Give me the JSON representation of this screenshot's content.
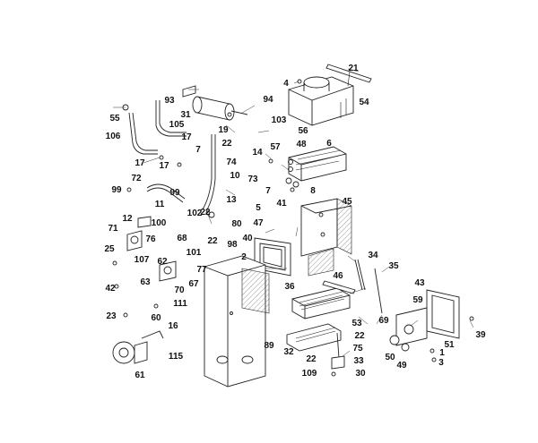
{
  "diagram": {
    "colors": {
      "ink": "#222222",
      "label": "#111111",
      "background": "#ffffff"
    },
    "callouts": {
      "c21": "21",
      "c4": "4",
      "c54": "54",
      "c56": "56",
      "c6": "6",
      "c48": "48",
      "c57": "57",
      "c103": "103",
      "c94": "94",
      "c93": "93",
      "c31": "31",
      "c105": "105",
      "c19": "19",
      "c22a": "22",
      "c17a": "17",
      "c55": "55",
      "c106": "106",
      "c17b": "17",
      "c17c": "17",
      "c7a": "7",
      "c74": "74",
      "c14": "14",
      "c8": "8",
      "c7b": "7",
      "c10": "10",
      "c73": "73",
      "c72": "72",
      "c99a": "99",
      "c99b": "99",
      "c11": "11",
      "c13": "13",
      "c5": "5",
      "c22b": "22",
      "c102": "102",
      "c12": "12",
      "c100": "100",
      "c80": "80",
      "c71": "71",
      "c76": "76",
      "c68": "68",
      "c22c": "22",
      "c98": "98",
      "c25": "25",
      "c101": "101",
      "c62": "62",
      "c107": "107",
      "c77": "77",
      "c2": "2",
      "c41": "41",
      "c45": "45",
      "c47": "47",
      "c40": "40",
      "c46": "46",
      "c34": "34",
      "c35": "35",
      "c63": "63",
      "c67": "67",
      "c42": "42",
      "c70": "70",
      "c111": "111",
      "c23": "23",
      "c60": "60",
      "c16": "16",
      "c36": "36",
      "c43": "43",
      "c53": "53",
      "c22d": "22",
      "c69": "69",
      "c59": "59",
      "c39": "39",
      "c89": "89",
      "c75": "75",
      "c32": "32",
      "c51": "51",
      "c115": "115",
      "c22e": "22",
      "c33": "33",
      "c50": "50",
      "c1": "1",
      "c49": "49",
      "c3": "3",
      "c61": "61",
      "c109": "109",
      "c30": "30"
    }
  }
}
